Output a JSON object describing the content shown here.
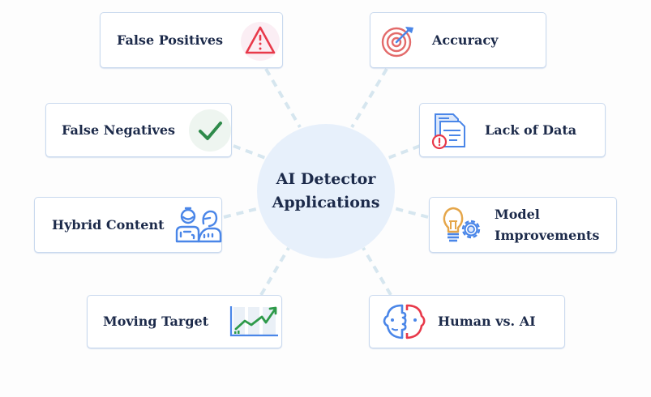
{
  "hub": {
    "line1": "AI Detector",
    "line2": "Applications",
    "fill": "#e7f0fb"
  },
  "connector_color": "#d6e6ef",
  "nodes": {
    "false_positives": {
      "label": "False Positives",
      "icon": "warning-triangle-icon",
      "color": "#e8394a"
    },
    "accuracy": {
      "label": "Accuracy",
      "icon": "target-arrow-icon",
      "color": "#e36b6b"
    },
    "false_negatives": {
      "label": "False Negatives",
      "icon": "checkmark-icon",
      "color": "#2e8a4a"
    },
    "lack_of_data": {
      "label": "Lack of Data",
      "icon": "documents-alert-icon",
      "color": "#4a86e8"
    },
    "hybrid_content": {
      "label": "Hybrid Content",
      "icon": "human-robot-pair-icon",
      "color": "#4a86e8"
    },
    "model_improvements": {
      "line1": "Model",
      "line2": "Improvements",
      "icon": "lightbulb-gear-icon",
      "color": "#e5a64a"
    },
    "moving_target": {
      "label": "Moving Target",
      "icon": "trend-chart-icon",
      "color": "#2e9a4a"
    },
    "human_vs_ai": {
      "label": "Human vs. AI",
      "icon": "split-face-icon",
      "color": "#e8394a"
    }
  }
}
